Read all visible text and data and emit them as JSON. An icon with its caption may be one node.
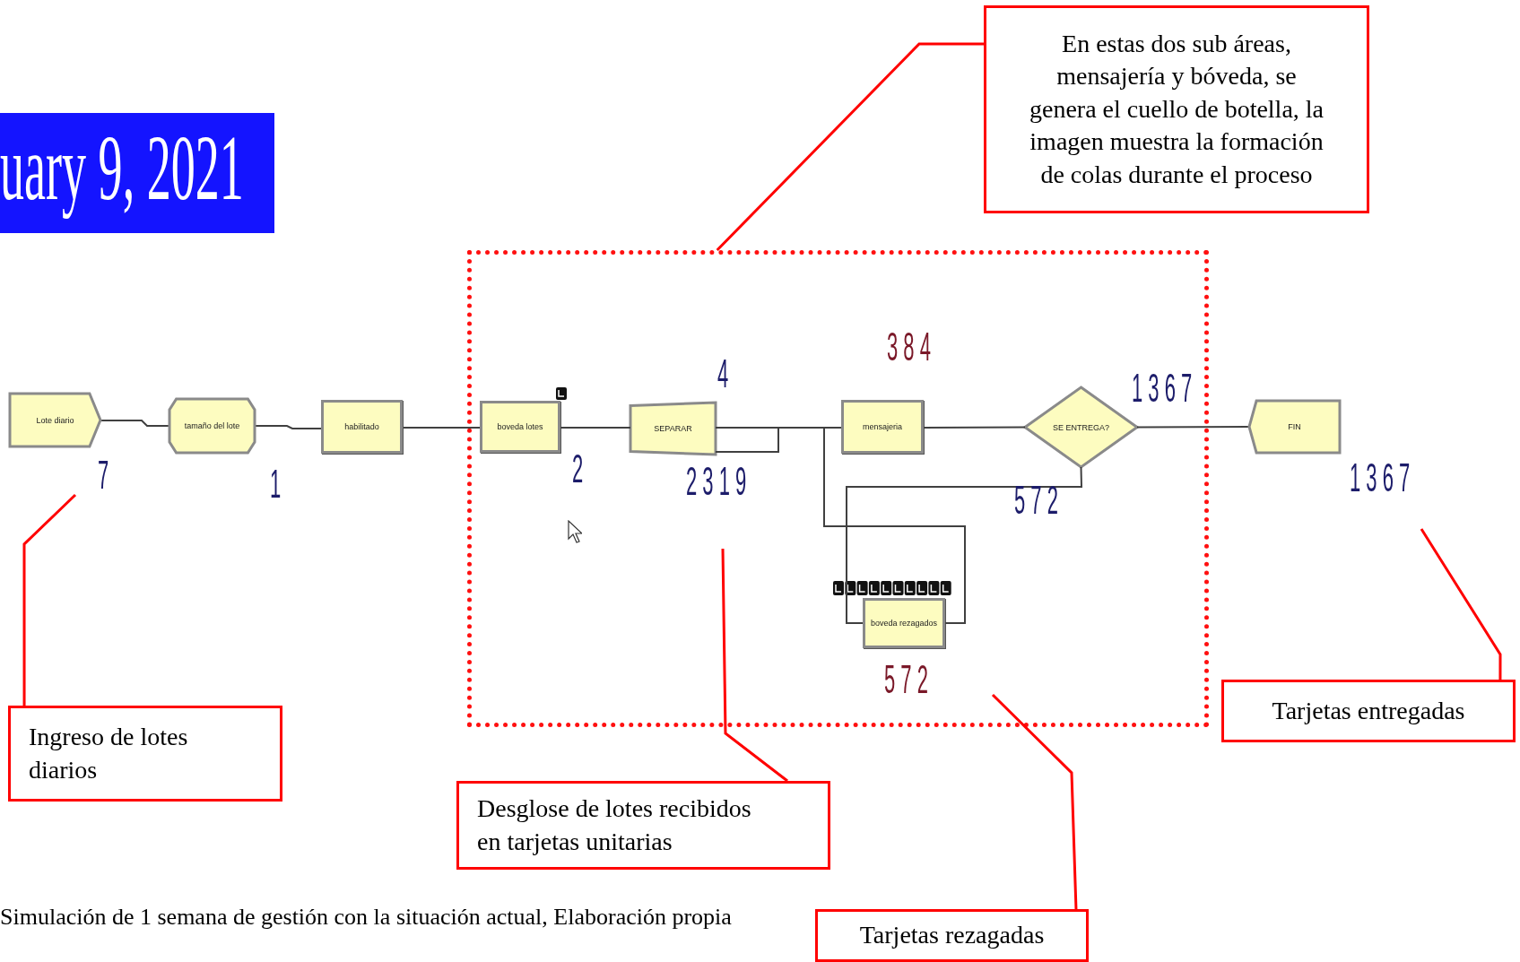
{
  "diagram": {
    "caption": "Simulación de 1 semana de gestión con la situación actual, Elaboración propia",
    "nodes": [
      {
        "text": [
          "En estas dos sub áreas, mensajería y bóveda, se genera el cuello de botella, la imagen muestra la formación de colas durante el proceso"
        ]
      },
      {
        "text": [],
        "shape": "box"
      },
      {
        "text": [
          "Lote diario"
        ]
      },
      {
        "text": [
          "tamaño del lote"
        ]
      },
      {
        "text": [
          "habilitado"
        ]
      },
      {
        "text": [
          "boveda lotes"
        ],
        "in": 1
      },
      {
        "text": [
          "SEPARAR"
        ],
        "in": 1
      },
      {
        "text": [
          "mensajeria"
        ],
        "in": 1
      },
      {
        "text": [
          "SE ENTREGA?"
        ],
        "in": 1
      },
      {
        "text": [
          "FIN"
        ]
      },
      {
        "text": [
          "boveda rezagados"
        ],
        "in": 1
      },
      {
        "text": [
          "Ingreso de lotes diarios"
        ]
      },
      {
        "text": [
          "Desglose de lotes recibidos en tarjetas unitarias"
        ]
      },
      {
        "text": [
          "Tarjetas entregadas"
        ]
      },
      {
        "text": [
          "Tarjetas rezagadas"
        ]
      }
    ],
    "edges": [
      {
        "from": 0,
        "to": 1,
        "arrow": "none",
        "color": "#ff0000"
      },
      {
        "from": 2,
        "to": 3,
        "arrow": "none"
      },
      {
        "from": 3,
        "to": 4,
        "arrow": "none"
      },
      {
        "from": 4,
        "to": 5,
        "arrow": "none"
      },
      {
        "from": 5,
        "to": 6,
        "arrow": "none"
      },
      {
        "from": 6,
        "to": 7,
        "arrow": "none"
      },
      {
        "from": 6,
        "to": 7,
        "arrow": "none"
      },
      {
        "from": 7,
        "to": 8,
        "arrow": "none"
      },
      {
        "from": 8,
        "to": 9,
        "arrow": "none"
      },
      {
        "from": 8,
        "to": 10,
        "arrow": "none"
      },
      {
        "from": 10,
        "to": 7,
        "arrow": "none"
      },
      {
        "from": 11,
        "to": null,
        "arrow": "none",
        "color": "#ff0000"
      },
      {
        "from": 12,
        "to": null,
        "arrow": "none",
        "color": "#ff0000"
      },
      {
        "from": 14,
        "to": null,
        "arrow": "none",
        "color": "#ff0000"
      },
      {
        "from": 13,
        "to": null,
        "arrow": "none",
        "color": "#ff0000"
      }
    ],
    "labels": [
      "uary 9, 2021",
      "3 8 4",
      "4",
      "1 3 6 7",
      "7",
      "1",
      "2",
      "2 3 1 9",
      "5 7 2",
      "1 3 6 7",
      "5 7 2"
    ]
  }
}
